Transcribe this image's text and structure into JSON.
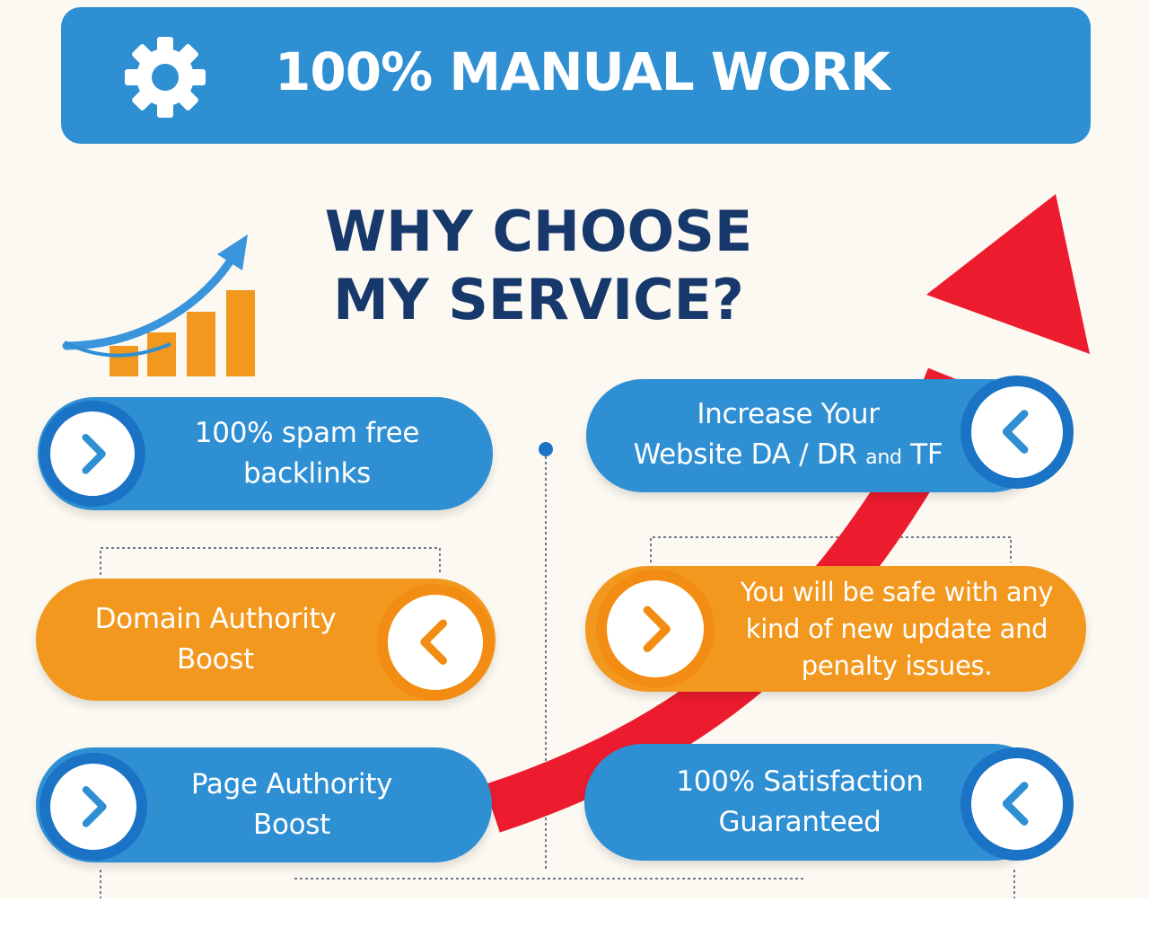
{
  "banner": {
    "title": "100% MANUAL WORK",
    "icon": "gear-icon"
  },
  "heading": {
    "line1": "WHY CHOOSE",
    "line2": "MY SERVICE?"
  },
  "features": {
    "spam_free": "100% spam free backlinks",
    "increase_line1": "Increase Your",
    "increase_line2_a": "Website DA / DR ",
    "increase_line2_small": "and",
    "increase_line2_b": " TF",
    "domain_authority": "Domain Authority Boost",
    "safe": "You will be safe with any kind of new update and penalty issues.",
    "page_authority": "Page Authority Boost",
    "satisfaction": "100% Satisfaction Guaranteed"
  },
  "icons": {
    "banner": "gear-icon",
    "chart": "growth-chart-icon",
    "trend": "red-trend-arrow-icon",
    "right": "chevron-right-icon",
    "left": "chevron-left-icon"
  },
  "colors": {
    "blue": "#2f8fd3",
    "blue_ring": "#1a73c4",
    "orange": "#f3981e",
    "red_arrow": "#ec1c2e",
    "heading": "#17386b",
    "background": "#fcf9f2"
  }
}
